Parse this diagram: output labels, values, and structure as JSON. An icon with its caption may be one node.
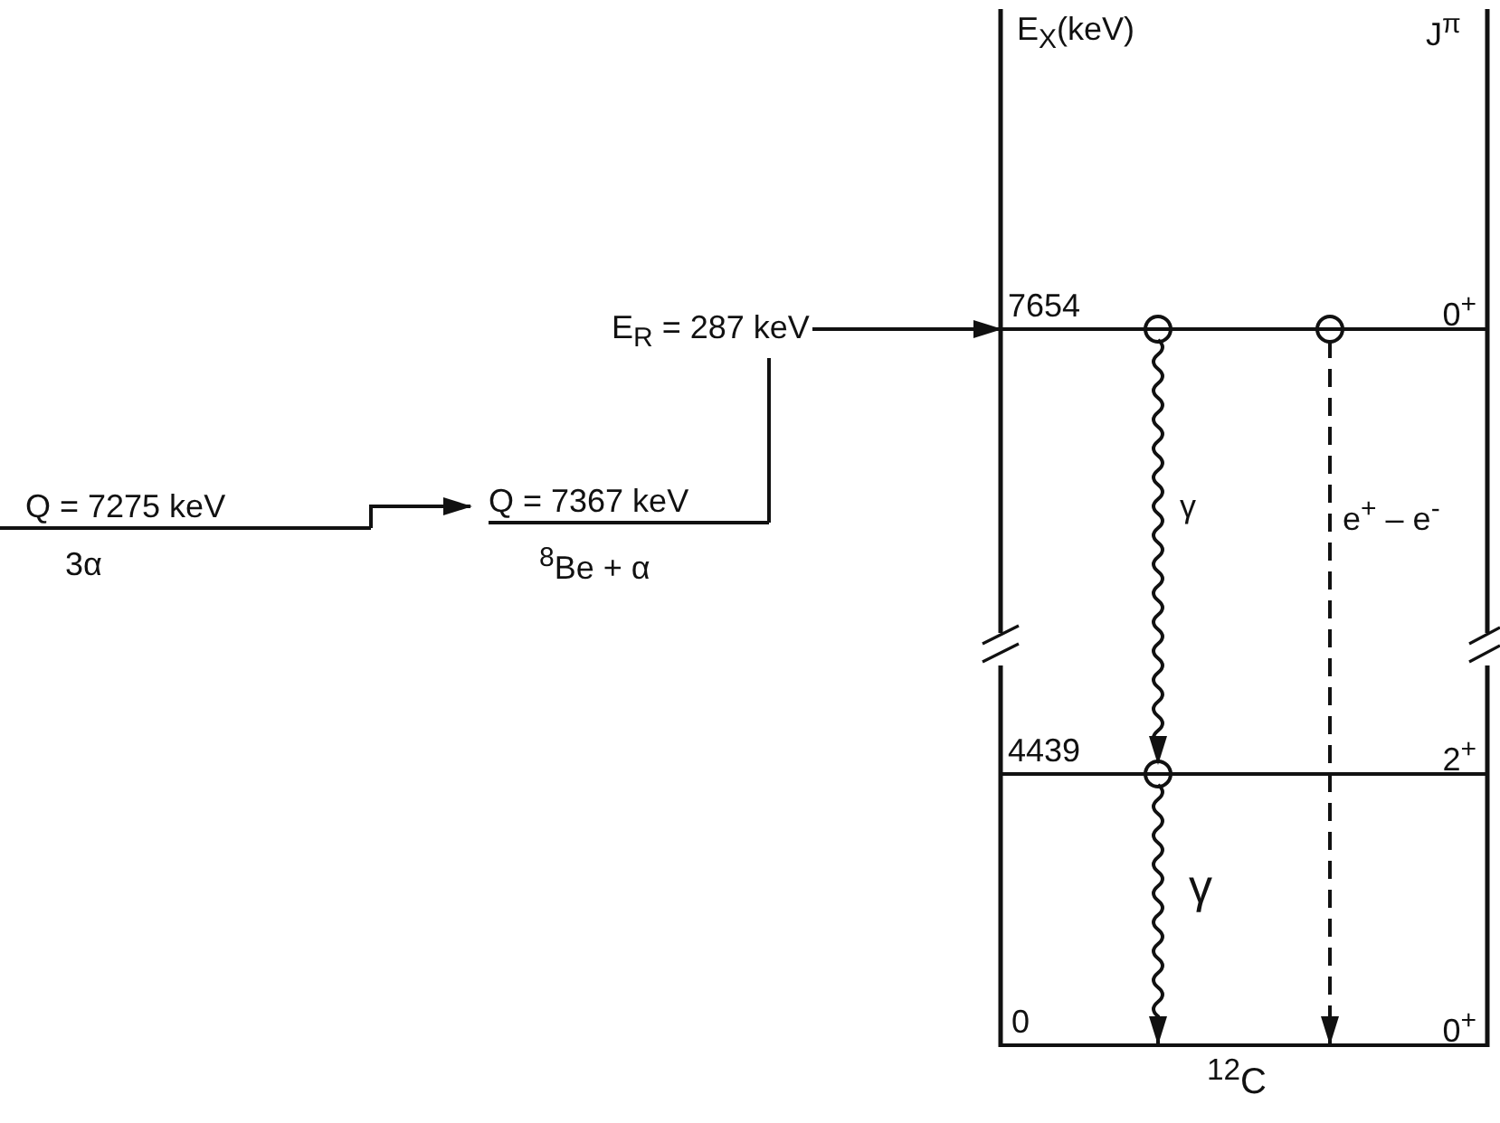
{
  "diagram": {
    "nodes": [
      {
        "text": [
          "Q = 7275 keV",
          "3α"
        ]
      },
      {
        "text": [
          "Q = 7367 keV",
          "$^{8}$Be + α"
        ]
      },
      {
        "text": [
          "7654",
          "0$^{+}$"
        ]
      },
      {
        "text": [
          "4439",
          "2$^{+}$"
        ]
      },
      {
        "text": [
          "0",
          "0$^{+}$"
        ]
      }
    ],
    "edges": [
      {
        "from": 0,
        "to": 1,
        "arrow": "to"
      },
      {
        "from": 1,
        "to": 2,
        "arrow": "to",
        "label": "E$_{R}$ = 287 keV"
      },
      {
        "from": 2,
        "to": 3,
        "arrow": "to",
        "label": "γ"
      },
      {
        "from": 3,
        "to": 4,
        "arrow": "to",
        "label": "γ"
      },
      {
        "from": 2,
        "to": 4,
        "arrow": "to",
        "style": "dashed",
        "label": "e$^{+}$ – e$^{-}$"
      }
    ],
    "labels": [
      "E$_{X}$(keV)",
      "J$^{π}$",
      "$^{12}$C"
    ]
  }
}
